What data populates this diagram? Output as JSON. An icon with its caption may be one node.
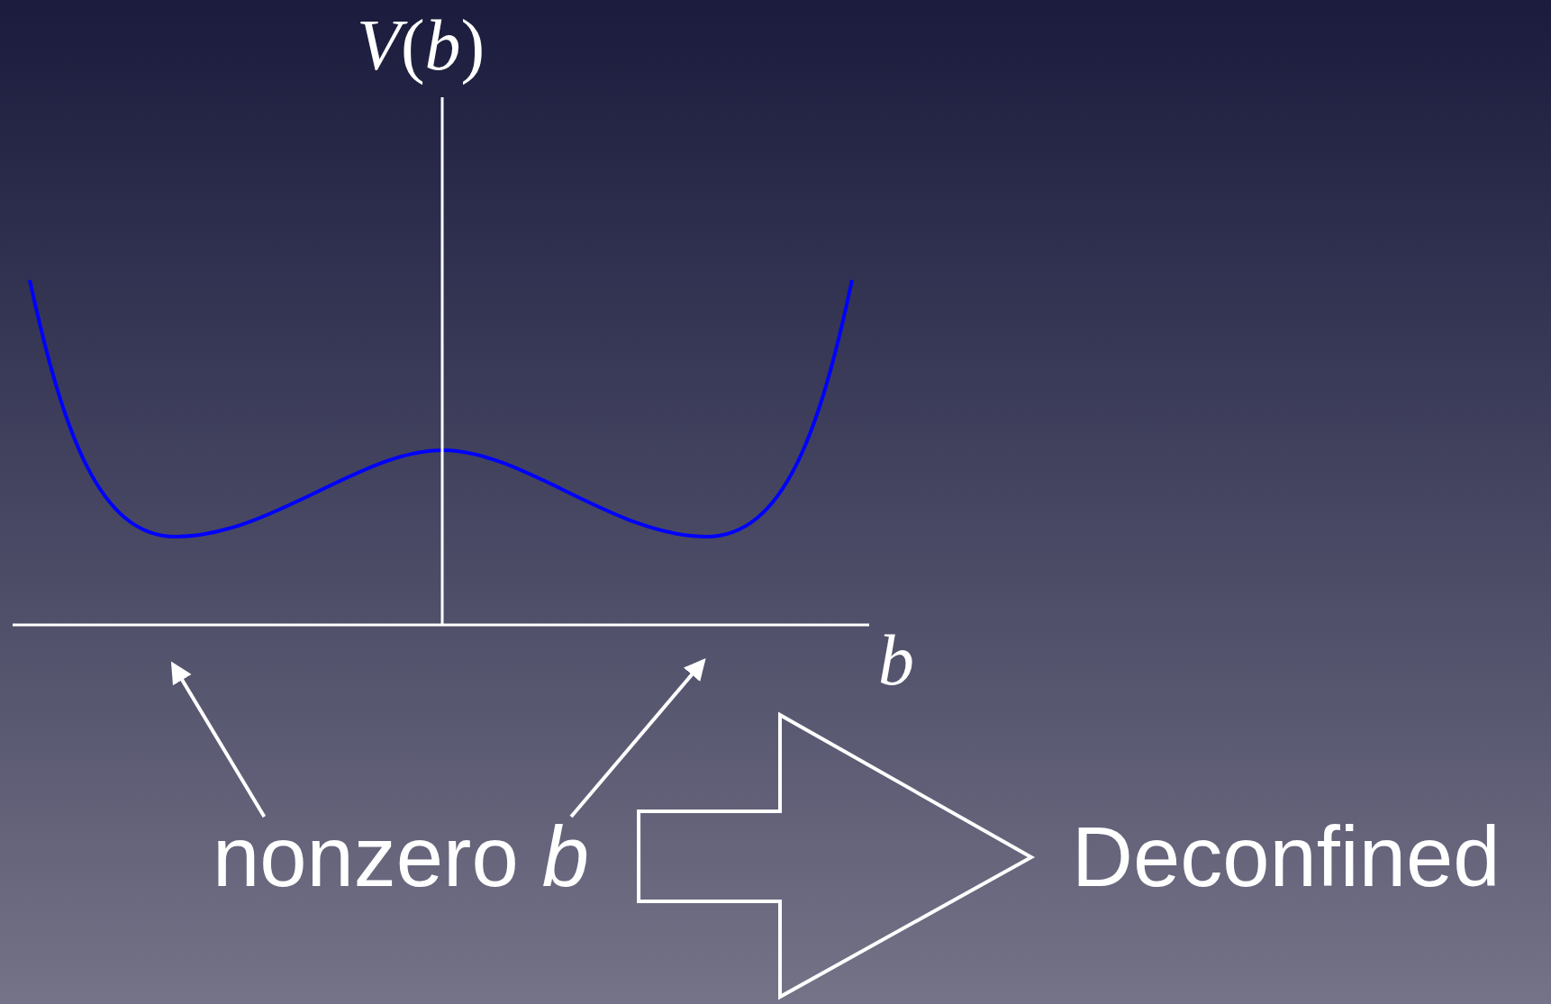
{
  "diagram": {
    "nodes": [
      {
        "text": [
          "nonzero *b*"
        ]
      },
      {
        "text": [
          "Deconfined"
        ]
      }
    ],
    "edges": [
      {
        "from": 0,
        "to": null,
        "arrow": "to"
      },
      {
        "from": 0,
        "to": null,
        "arrow": "to"
      },
      {
        "from": 0,
        "to": 1,
        "arrow": "to",
        "style": "thick"
      }
    ],
    "labels": [
      "*V*(*b*)",
      "b"
    ]
  }
}
